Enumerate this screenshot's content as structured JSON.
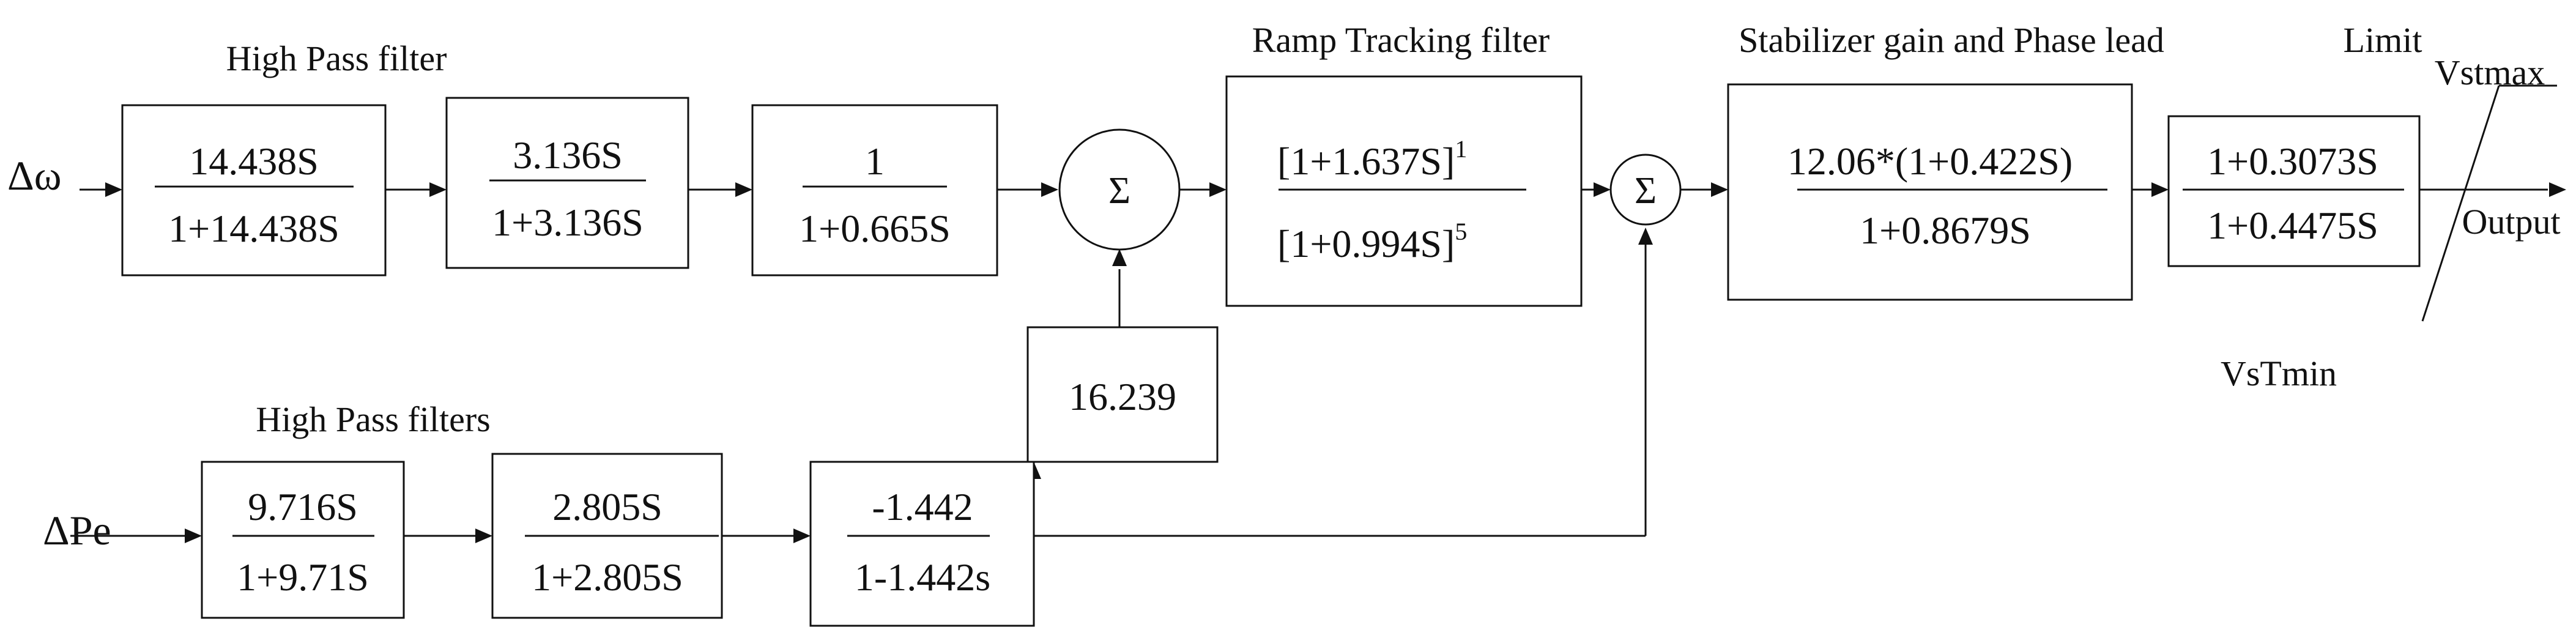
{
  "inputs": {
    "dw": "Δω",
    "dpe": "ΔPe"
  },
  "output": "Output",
  "section_labels": {
    "hp_top": "High Pass filter",
    "ramp": "Ramp Tracking filter",
    "stab": "Stabilizer gain and Phase lead",
    "limit": "Limit",
    "hp_bottom": "High Pass filters"
  },
  "limits": {
    "max": "Vstmax",
    "min": "VsTmin"
  },
  "blocks": {
    "hp1": {
      "num": "14.438S",
      "den": "1+14.438S"
    },
    "hp2": {
      "num": "3.136S",
      "den": "1+3.136S"
    },
    "lag": {
      "num": "1",
      "den": "1+0.665S"
    },
    "ramp": {
      "num": "[1+1.637S]",
      "num_exp": "1",
      "den": "[1+0.994S]",
      "den_exp": "5"
    },
    "stab": {
      "num": "12.06*(1+0.422S)",
      "den": "1+0.8679S"
    },
    "lead": {
      "num": "1+0.3073S",
      "den": "1+0.4475S"
    },
    "hpp1": {
      "num": "9.716S",
      "den": "1+9.71S"
    },
    "hpp2": {
      "num": "2.805S",
      "den": "1+2.805S"
    },
    "neg": {
      "num": "-1.442",
      "den": "1-1.442s"
    },
    "gain": {
      "value": "16.239"
    }
  },
  "summers": {
    "symbol": "Σ"
  }
}
